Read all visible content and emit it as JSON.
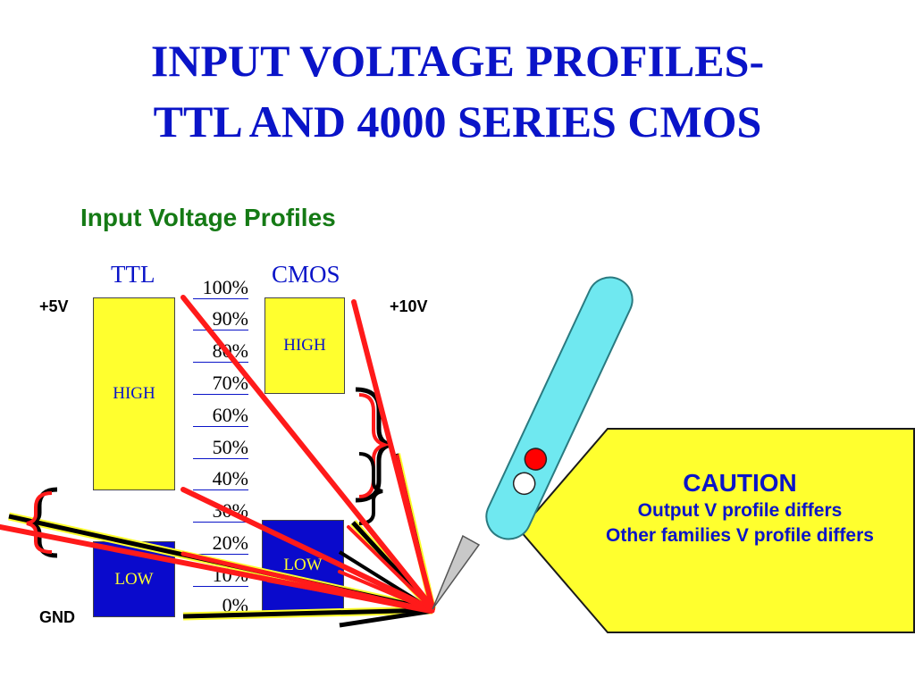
{
  "title": {
    "line1": "INPUT  VOLTAGE  PROFILES-",
    "line2": "TTL  AND  4000  SERIES  CMOS"
  },
  "subtitle": "Input Voltage Profiles",
  "ttl": {
    "heading": "TTL",
    "top_voltage": "+5V",
    "bottom_voltage": "GND",
    "high_label": "HIGH",
    "low_label": "LOW"
  },
  "cmos": {
    "heading": "CMOS",
    "top_voltage": "+10V",
    "high_label": "HIGH",
    "low_label": "LOW"
  },
  "percent_scale": [
    "100%",
    "90%",
    "80%",
    "70%",
    "60%",
    "50%",
    "40%",
    "30%",
    "20%",
    "10%",
    "0%"
  ],
  "caution": {
    "heading": "CAUTION",
    "line1": "Output V profile differs",
    "line2": "Other families V profile differs"
  },
  "colors": {
    "title_blue": "#0a14c8",
    "subtitle_green": "#157a15",
    "high_yellow": "#ffff2e",
    "low_blue": "#0a0acc",
    "probe_cyan": "#6fe8f0",
    "probe_red_led": "#ff0000",
    "ray_red": "#ff1a1a"
  },
  "icons": [
    "logic-probe-icon",
    "left-brace-icon",
    "right-brace-icon"
  ]
}
